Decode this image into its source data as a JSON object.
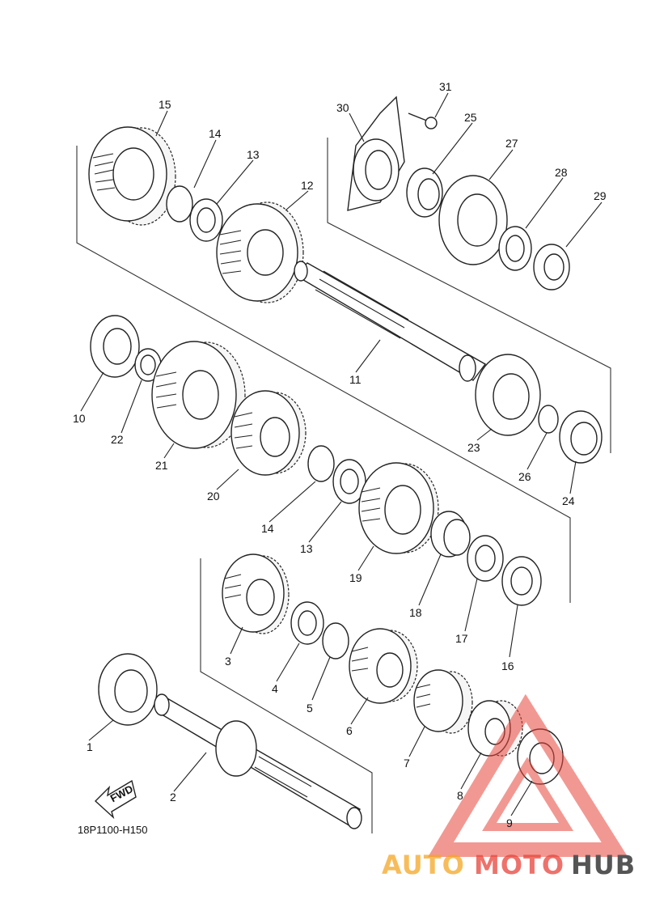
{
  "diagram": {
    "reference_code": "18P1100-H150",
    "direction_marker": "FWD",
    "callouts": [
      "1",
      "2",
      "3",
      "4",
      "5",
      "6",
      "7",
      "8",
      "9",
      "10",
      "11",
      "12",
      "13",
      "14",
      "15",
      "16",
      "17",
      "18",
      "19",
      "20",
      "21",
      "22",
      "23",
      "24",
      "25",
      "26",
      "27",
      "28",
      "29",
      "30",
      "31"
    ],
    "callouts_repeat": [
      "13",
      "14"
    ]
  },
  "watermark": {
    "brand_part1": "AUTO",
    "brand_part2": "MOTO",
    "brand_part3": "HUB",
    "colors": {
      "orange": "#f5a623",
      "red": "#e8443a",
      "gray": "#555555"
    }
  }
}
